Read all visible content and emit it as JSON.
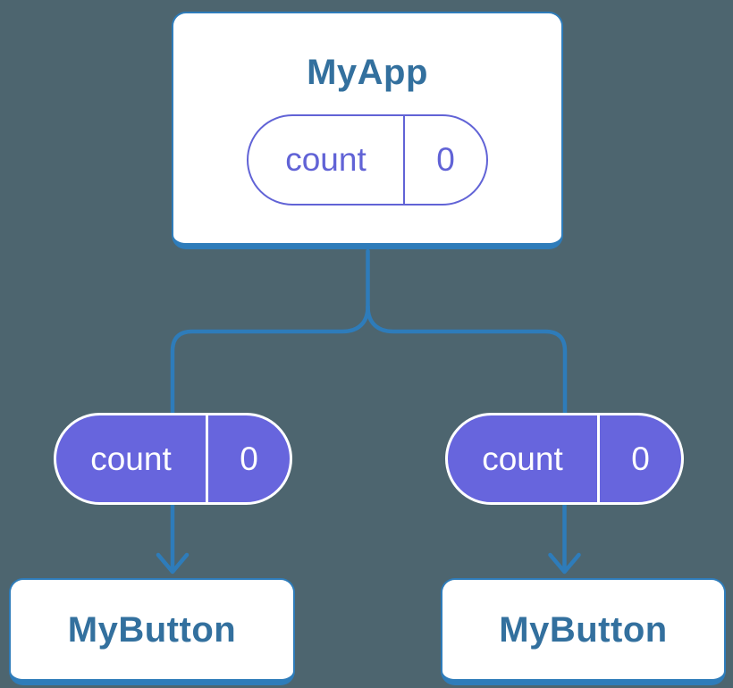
{
  "diagram": {
    "root": {
      "title": "MyApp",
      "state": {
        "name": "count",
        "value": "0"
      }
    },
    "children": [
      {
        "title": "MyButton",
        "state": {
          "name": "count",
          "value": "0"
        }
      },
      {
        "title": "MyButton",
        "state": {
          "name": "count",
          "value": "0"
        }
      }
    ],
    "colors": {
      "background": "#4d656f",
      "connector_blue": "#2e7cba",
      "node_border": "#2e7cba",
      "node_title_text": "#33709e",
      "state_purple_fill": "#6765dd",
      "state_purple_outline": "#6163d6",
      "state_text_on_fill": "#ffffff"
    }
  }
}
